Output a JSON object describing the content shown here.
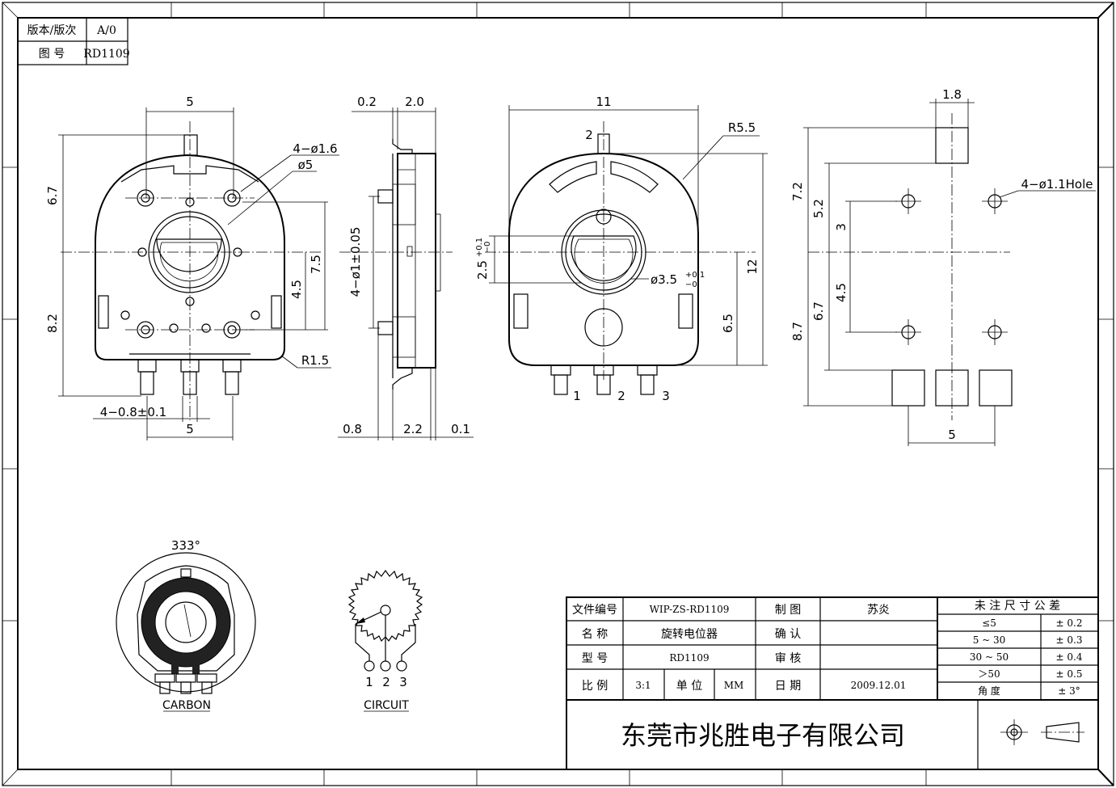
{
  "revision_box": {
    "version_label": "版本/版次",
    "version_value": "A/0",
    "drawing_no_label": "图  号",
    "drawing_no_value": "RD1109"
  },
  "front_view": {
    "dim_top_width": "5",
    "dim_hole_dia": "4−ø1.6",
    "dim_shaft_dia": "ø5",
    "dim_upper_height": "6.7",
    "dim_lower_height": "8.2",
    "dim_hole_spacing_v": "7.5",
    "dim_center_to_hole": "4.5",
    "dim_corner_radius": "R1.5",
    "dim_pin_width": "4−0.8±0.1",
    "dim_pin_pitch": "5"
  },
  "side_view": {
    "dim_top_a": "0.2",
    "dim_top_b": "2.0",
    "dim_left_height": "4−ø1±0.05",
    "dim_bottom_a": "0.8",
    "dim_bottom_b": "2.2",
    "dim_bottom_c": "0.1"
  },
  "back_view": {
    "dim_width": "11",
    "dim_radius": "R5.5",
    "dim_height": "12",
    "dim_lower": "6.5",
    "dim_hole": "2.5",
    "dim_hole_tol_plus": "+0.1",
    "dim_hole_tol_minus": "−0",
    "dim_shaft": "ø3.5",
    "dim_shaft_tol_plus": "+0.1",
    "dim_shaft_tol_minus": "−0",
    "pin_top": "2",
    "pin_1": "1",
    "pin_2": "2",
    "pin_3": "3"
  },
  "pcb_layout": {
    "dim_pad_width": "1.8",
    "dim_hole_label": "4−ø1.1Hole",
    "dim_7_2": "7.2",
    "dim_5_2": "5.2",
    "dim_3": "3",
    "dim_4_5": "4.5",
    "dim_6_7": "6.7",
    "dim_8_7": "8.7",
    "dim_pitch": "5"
  },
  "carbon": {
    "angle": "333°",
    "label": "CARBON"
  },
  "circuit": {
    "pin_1": "1",
    "pin_2": "2",
    "pin_3": "3",
    "label": "CIRCUIT"
  },
  "title_block": {
    "file_no_label": "文件编号",
    "file_no_value": "WIP-ZS-RD1109",
    "name_label": "名    称",
    "name_value": "旋转电位器",
    "model_label": "型    号",
    "model_value": "RD1109",
    "scale_label": "比    例",
    "scale_value": "3:1",
    "unit_label": "单  位",
    "unit_value": "MM",
    "draw_label": "制    图",
    "draw_value": "苏炎",
    "confirm_label": "确    认",
    "confirm_value": "",
    "audit_label": "审    核",
    "audit_value": "",
    "date_label": "日    期",
    "date_value": "2009.12.01",
    "tol_header": "未 注 尺 寸 公 差",
    "tol_rows": [
      {
        "range": "≤5",
        "tol": "± 0.2"
      },
      {
        "range": "5 ~ 30",
        "tol": "± 0.3"
      },
      {
        "range": "30 ~ 50",
        "tol": "± 0.4"
      },
      {
        "range": "＞50",
        "tol": "± 0.5"
      },
      {
        "range": "角    度",
        "tol": "± 3°"
      }
    ],
    "company": "东莞市兆胜电子有限公司"
  }
}
